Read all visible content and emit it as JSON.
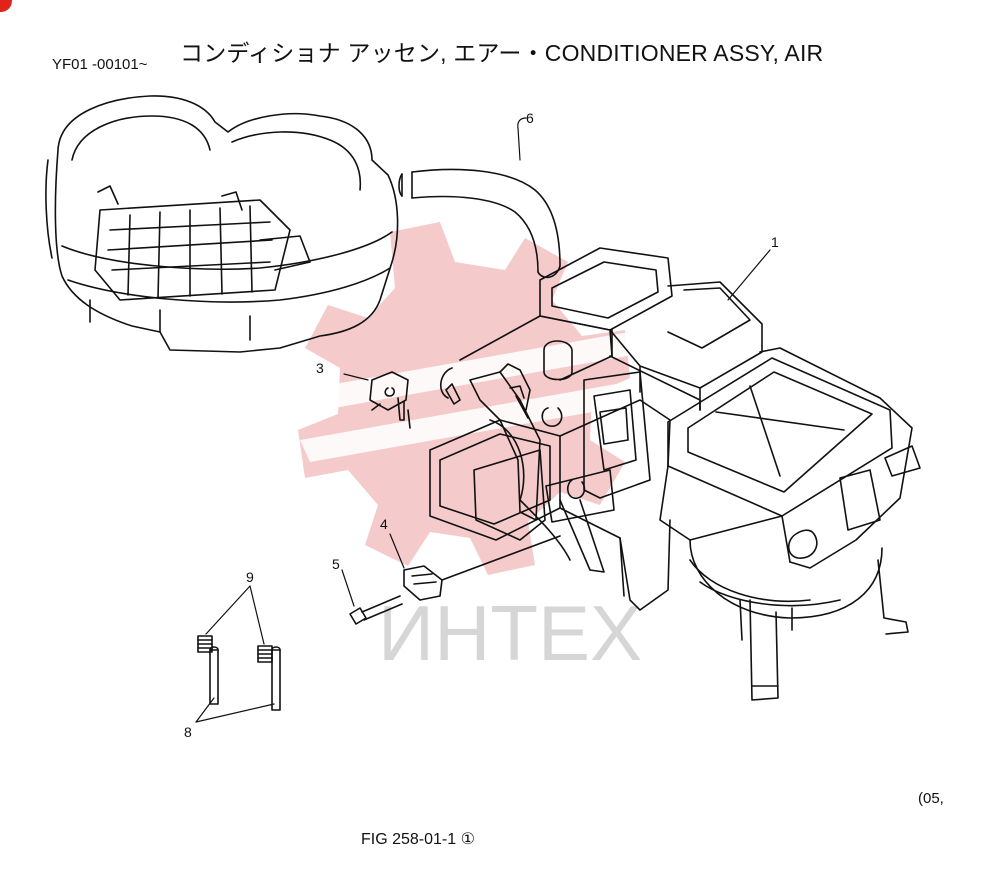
{
  "header": {
    "serial_range": "YF01 -00101~",
    "title": "コンディショナ アッセン, エアー・CONDITIONER ASSY, AIR"
  },
  "watermark": {
    "text": "ИНТЕХ",
    "color": "#e8a0a0"
  },
  "callouts": [
    {
      "id": "1",
      "label": "1"
    },
    {
      "id": "3",
      "label": "3"
    },
    {
      "id": "4",
      "label": "4"
    },
    {
      "id": "5",
      "label": "5"
    },
    {
      "id": "6",
      "label": "6"
    },
    {
      "id": "8",
      "label": "8"
    },
    {
      "id": "9",
      "label": "9"
    }
  ],
  "footer": {
    "page_code": "(05,",
    "figure": "FIG 258-01-1 ①"
  },
  "colors": {
    "line": "#111111",
    "badge": "#e2231a"
  }
}
